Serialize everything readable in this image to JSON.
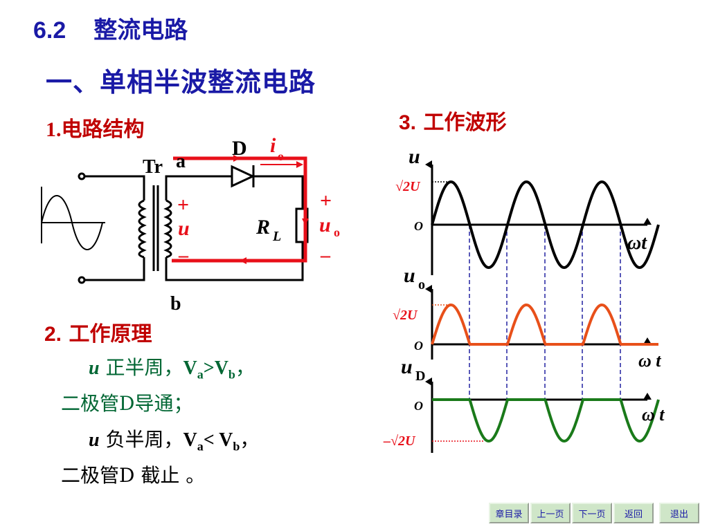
{
  "header": {
    "section_number": "6.2",
    "section_title": "整流电路"
  },
  "subtitle": "一、单相半波整流电路",
  "section1": {
    "number": "1.",
    "title": "电路结构"
  },
  "section2": {
    "number": "2.",
    "title": "工作原理"
  },
  "section3": {
    "number": "3.",
    "title": "工作波形"
  },
  "circuit": {
    "diode_label": "D",
    "current_label": "i",
    "current_sub": "o",
    "transformer_label": "Tr",
    "node_a": "a",
    "node_b": "b",
    "plus": "+",
    "minus": "–",
    "u": "u",
    "uo": "u",
    "uo_sub": "o",
    "load": "R",
    "load_sub": "L"
  },
  "principle": {
    "line1_u": "u",
    "line1_text": " 正半周，",
    "va": "V",
    "va_sub": "a",
    "gt": ">",
    "vb": "V",
    "vb_sub": "b",
    "comma": "，",
    "line2": "二极管D导通；",
    "line3_u": "u",
    "line3_text": " 负半周，",
    "lt": "< ",
    "comma2": "，",
    "line4": "二极管D 截止 。"
  },
  "waveforms": {
    "plot1": {
      "y": "u",
      "y_sub": "",
      "peak": "√2U",
      "origin": "O",
      "x": "ωt"
    },
    "plot2": {
      "y": "u",
      "y_sub": "o",
      "peak": "√2U",
      "origin": "O",
      "x": "ω t"
    },
    "plot3": {
      "y": "u",
      "y_sub": "D",
      "peak": "–√2U",
      "origin": "O",
      "x": "ω t"
    },
    "colors": {
      "u": "#000000",
      "uo": "#e8501a",
      "uD": "#1a7a1a"
    }
  },
  "nav": {
    "chapter": "章目录",
    "prev": "上一页",
    "next": "下一页",
    "back": "返回",
    "exit": "退出"
  }
}
